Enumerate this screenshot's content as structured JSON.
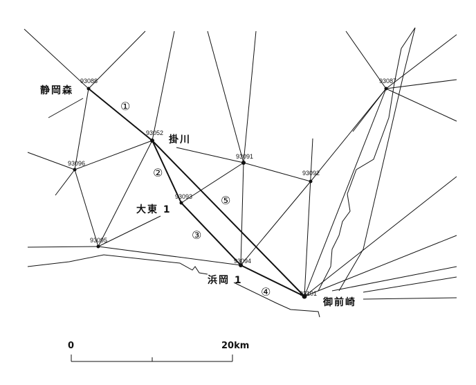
{
  "stations": [
    {
      "id": "93088",
      "place": "静岡森"
    },
    {
      "id": "93052",
      "place": "掛川"
    },
    {
      "id": "93096"
    },
    {
      "id": "93095"
    },
    {
      "id": "93093",
      "place": "大東 1"
    },
    {
      "id": "93091"
    },
    {
      "id": "93092"
    },
    {
      "id": "93094",
      "place": "浜岡 1"
    },
    {
      "id": "93101",
      "place": "御前崎"
    },
    {
      "id": "93087"
    }
  ],
  "routes": [
    "①",
    "②",
    "③",
    "④",
    "⑤"
  ],
  "scale": {
    "start": "0",
    "end": "20km"
  }
}
